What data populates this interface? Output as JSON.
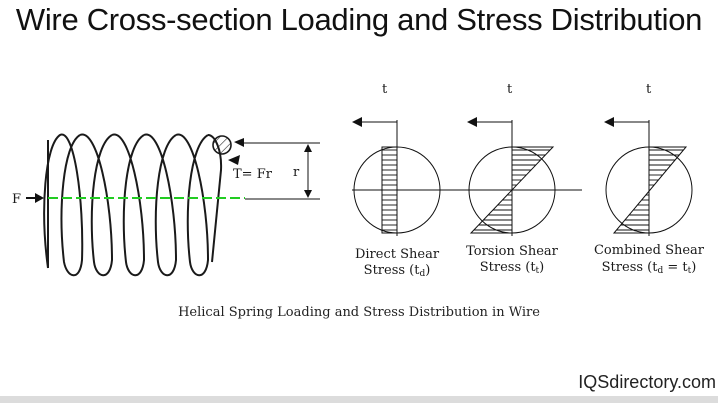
{
  "title": "Wire Cross-section Loading and Stress Distribution",
  "spring": {
    "force_label": "F",
    "torque_label": "T= Fr",
    "radius_label": "r",
    "axis_color": "#22cc22"
  },
  "stress_panels": [
    {
      "t_label": "t",
      "name_line1": "Direct Shear",
      "name_line2": "Stress (t",
      "subscript": "d",
      "tail": ")"
    },
    {
      "t_label": "t",
      "name_line1": "Torsion Shear",
      "name_line2": "Stress (t",
      "subscript": "t",
      "tail": ")"
    },
    {
      "t_label": "t",
      "name_line1": "Combined Shear",
      "name_line2": "Stress (t",
      "subscript": "d",
      "tail": " = t",
      "subscript2": "t",
      "tail2": ")"
    }
  ],
  "caption": "Helical Spring Loading and Stress Distribution in Wire",
  "brand": "IQSdirectory.com"
}
